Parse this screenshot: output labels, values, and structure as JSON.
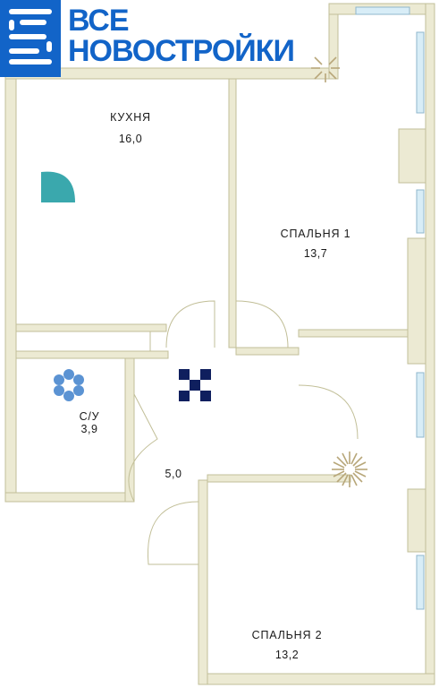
{
  "brand": {
    "line1": "ВСЕ",
    "line2": "НОВОСТРОЙКИ",
    "color": "#1264c8"
  },
  "rooms": [
    {
      "id": "kitchen",
      "label": "КУХНЯ",
      "area": "16,0"
    },
    {
      "id": "bedroom1",
      "label": "СПАЛЬНЯ 1",
      "area": "13,7"
    },
    {
      "id": "bathroom",
      "label": "С/У",
      "area": "3,9"
    },
    {
      "id": "hall",
      "label": "",
      "area": "5,0"
    },
    {
      "id": "bedroom2",
      "label": "СПАЛЬНЯ 2",
      "area": "13,2"
    }
  ],
  "icons": [
    {
      "name": "kitchen-leaf-icon",
      "color": "#3aa8ad"
    },
    {
      "name": "bathroom-flower-icon",
      "color": "#5b93d3"
    },
    {
      "name": "hall-checker-icon",
      "color": "#0f1f5e"
    },
    {
      "name": "sun-icon",
      "color": "#b8a77a"
    }
  ],
  "colors": {
    "wall": "#e9e7cf",
    "wall_stroke": "#bdb994",
    "window": "#d6ecf7",
    "window_stroke": "#8fb7cc"
  }
}
